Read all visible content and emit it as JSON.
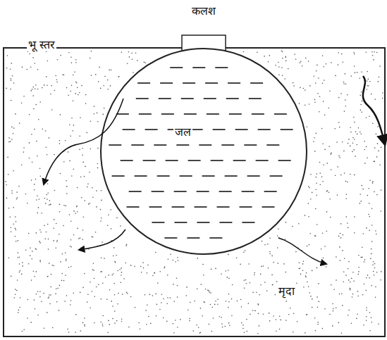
{
  "diagram": {
    "nodes": [
      {
        "text": [
          "भू स्तर",
          "मृदा"
        ]
      },
      {
        "text": [
          "कलश",
          "जल"
        ],
        "in": 0
      }
    ]
  }
}
